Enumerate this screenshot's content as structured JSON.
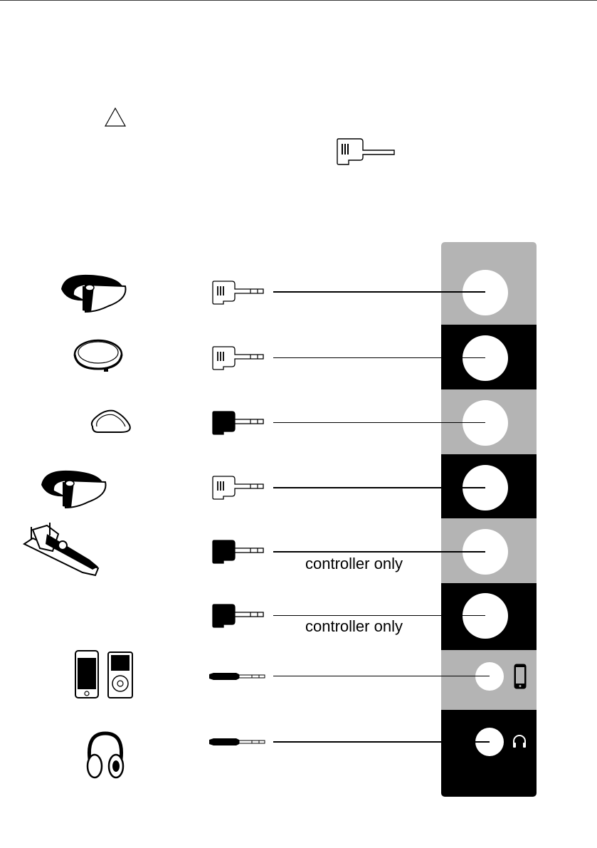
{
  "colors": {
    "panel_grey": "#b4b4b4",
    "panel_black": "#000000",
    "jack_white": "#ffffff",
    "ink": "#000000",
    "top_rule": "#3a3a3a"
  },
  "header": {
    "warning_icon": "warning-triangle-icon",
    "sample_plug_icon": "right-angle-plug-icon"
  },
  "connections": [
    {
      "device_icon": "cymbal-icon",
      "plug_icon": "right-angle-plug-icon",
      "plug_style": "white",
      "band_color": "grey",
      "label": ""
    },
    {
      "device_icon": "drum-pad-icon",
      "plug_icon": "right-angle-plug-icon",
      "plug_style": "white",
      "band_color": "black",
      "label": ""
    },
    {
      "device_icon": "trigger-pad-icon",
      "plug_icon": "right-angle-plug-icon",
      "plug_style": "black",
      "band_color": "grey",
      "label": ""
    },
    {
      "device_icon": "cymbal-icon",
      "plug_icon": "right-angle-plug-icon",
      "plug_style": "white",
      "band_color": "black",
      "label": ""
    },
    {
      "device_icon": "kick-pedal-icon",
      "plug_icon": "right-angle-plug-icon",
      "plug_style": "black",
      "band_color": "grey",
      "label": "controller only"
    },
    {
      "device_icon": "none",
      "plug_icon": "right-angle-plug-icon",
      "plug_style": "black",
      "band_color": "black",
      "label": "controller only"
    },
    {
      "device_icon": "phone-and-music-player-icon",
      "plug_icon": "mini-jack-plug-icon",
      "plug_style": "straight",
      "band_color": "grey",
      "label": "",
      "port_icon": "phone-icon"
    },
    {
      "device_icon": "headphones-icon",
      "plug_icon": "mini-jack-plug-icon",
      "plug_style": "straight",
      "band_color": "black",
      "label": "",
      "port_icon": "headphones-icon"
    }
  ]
}
